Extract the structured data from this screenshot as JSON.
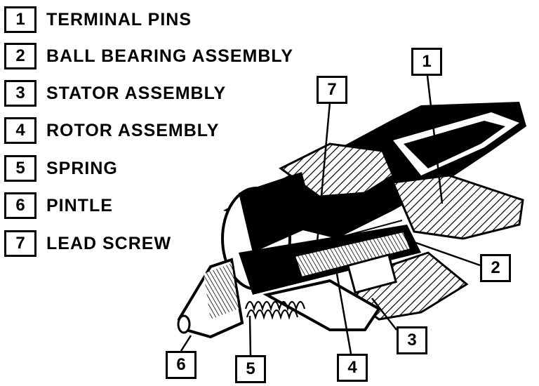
{
  "legend": [
    {
      "num": "1",
      "label": "TERMINAL PINS"
    },
    {
      "num": "2",
      "label": "BALL BEARING ASSEMBLY"
    },
    {
      "num": "3",
      "label": "STATOR ASSEMBLY"
    },
    {
      "num": "4",
      "label": "ROTOR ASSEMBLY"
    },
    {
      "num": "5",
      "label": "SPRING"
    },
    {
      "num": "6",
      "label": "PINTLE"
    },
    {
      "num": "7",
      "label": "LEAD SCREW"
    }
  ],
  "callouts": {
    "c1": "1",
    "c2": "2",
    "c3": "3",
    "c4": "4",
    "c5": "5",
    "c6": "6",
    "c7": "7"
  },
  "colors": {
    "ink": "#000000",
    "paper": "#ffffff"
  }
}
